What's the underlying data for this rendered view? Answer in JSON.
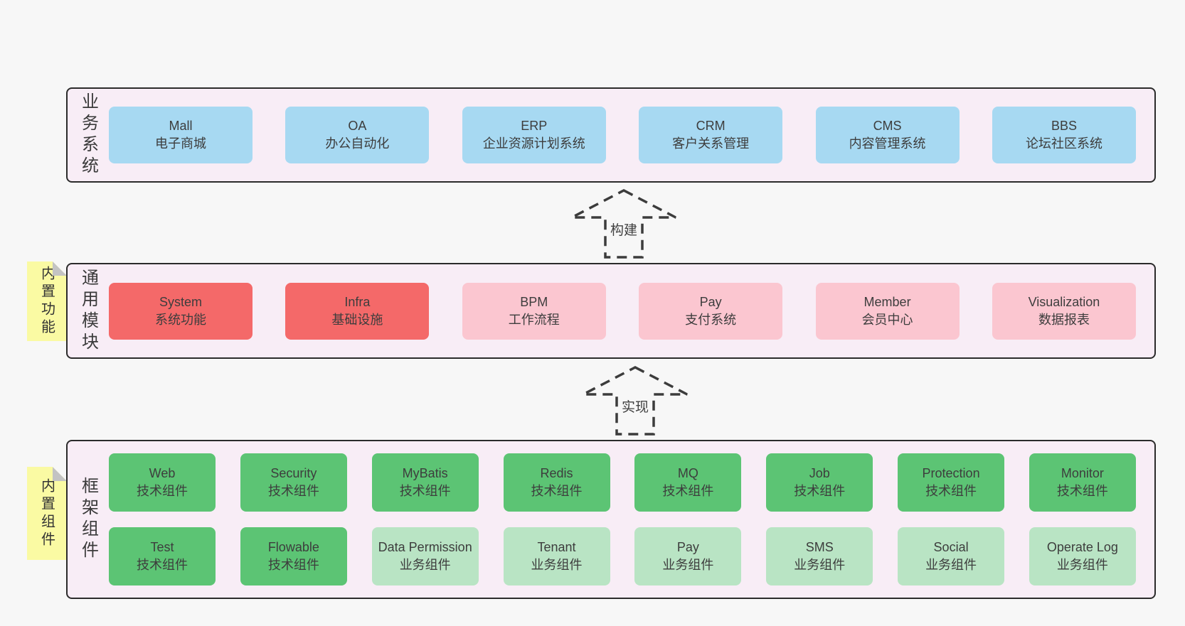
{
  "page": {
    "background": "#f7f7f7"
  },
  "colors": {
    "panel_bg": "#f8edf6",
    "panel_border": "#2b2b2b",
    "blue": "#a7d9f2",
    "red": "#f46969",
    "pink": "#fbc6d0",
    "green": "#5cc474",
    "light_green": "#b9e4c4",
    "note_yellow": "#fafaa3",
    "arrow": "#3c3c3c"
  },
  "arrows": {
    "build": "构建",
    "implement": "实现"
  },
  "sections": {
    "business": {
      "side_label": "业务系统",
      "boxes": [
        {
          "title": "Mall",
          "subtitle": "电子商城",
          "variant": "blue"
        },
        {
          "title": "OA",
          "subtitle": "办公自动化",
          "variant": "blue"
        },
        {
          "title": "ERP",
          "subtitle": "企业资源计划系统",
          "variant": "blue"
        },
        {
          "title": "CRM",
          "subtitle": "客户关系管理",
          "variant": "blue"
        },
        {
          "title": "CMS",
          "subtitle": "内容管理系统",
          "variant": "blue"
        },
        {
          "title": "BBS",
          "subtitle": "论坛社区系统",
          "variant": "blue"
        }
      ]
    },
    "modules": {
      "side_label": "通用模块",
      "note": "内置功能",
      "boxes": [
        {
          "title": "System",
          "subtitle": "系统功能",
          "variant": "red"
        },
        {
          "title": "Infra",
          "subtitle": "基础设施",
          "variant": "red"
        },
        {
          "title": "BPM",
          "subtitle": "工作流程",
          "variant": "pink"
        },
        {
          "title": "Pay",
          "subtitle": "支付系统",
          "variant": "pink"
        },
        {
          "title": "Member",
          "subtitle": "会员中心",
          "variant": "pink"
        },
        {
          "title": "Visualization",
          "subtitle": "数据报表",
          "variant": "pink"
        }
      ]
    },
    "framework": {
      "side_label": "框架组件",
      "note": "内置组件",
      "boxes": [
        {
          "title": "Web",
          "subtitle": "技术组件",
          "variant": "green"
        },
        {
          "title": "Security",
          "subtitle": "技术组件",
          "variant": "green"
        },
        {
          "title": "MyBatis",
          "subtitle": "技术组件",
          "variant": "green"
        },
        {
          "title": "Redis",
          "subtitle": "技术组件",
          "variant": "green"
        },
        {
          "title": "MQ",
          "subtitle": "技术组件",
          "variant": "green"
        },
        {
          "title": "Job",
          "subtitle": "技术组件",
          "variant": "green"
        },
        {
          "title": "Protection",
          "subtitle": "技术组件",
          "variant": "green"
        },
        {
          "title": "Monitor",
          "subtitle": "技术组件",
          "variant": "green"
        },
        {
          "title": "Test",
          "subtitle": "技术组件",
          "variant": "green"
        },
        {
          "title": "Flowable",
          "subtitle": "技术组件",
          "variant": "green"
        },
        {
          "title": "Data Permission",
          "subtitle": "业务组件",
          "variant": "lightgreen"
        },
        {
          "title": "Tenant",
          "subtitle": "业务组件",
          "variant": "lightgreen"
        },
        {
          "title": "Pay",
          "subtitle": "业务组件",
          "variant": "lightgreen"
        },
        {
          "title": "SMS",
          "subtitle": "业务组件",
          "variant": "lightgreen"
        },
        {
          "title": "Social",
          "subtitle": "业务组件",
          "variant": "lightgreen"
        },
        {
          "title": "Operate Log",
          "subtitle": "业务组件",
          "variant": "lightgreen"
        }
      ]
    }
  }
}
